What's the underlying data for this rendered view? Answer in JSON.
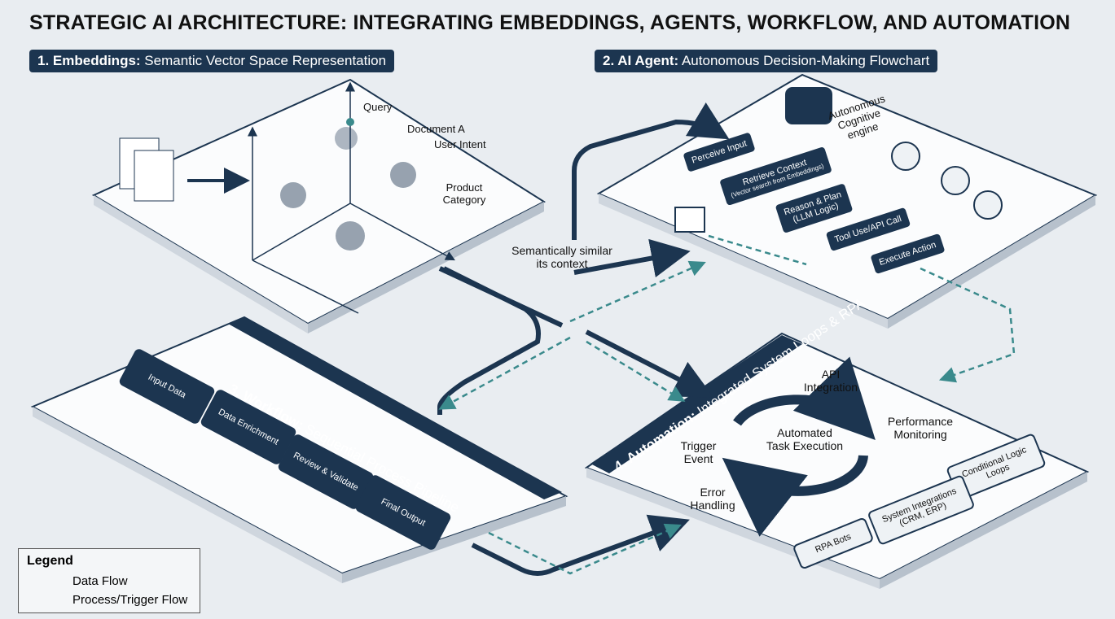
{
  "title": "STRATEGIC AI ARCHITECTURE: INTEGRATING EMBEDDINGS, AGENTS, WORKFLOW, AND AUTOMATION",
  "sections": {
    "embeddings": {
      "bold": "1. Embeddings:",
      "text": " Semantic Vector Space Representation",
      "labels": {
        "query": "Query",
        "doc_a": "Document A",
        "user_intent": "User Intent",
        "product_category": "Product Category"
      }
    },
    "agent": {
      "bold": "2. AI Agent:",
      "text": " Autonomous Decision-Making Flowchart",
      "engine": "Autonomous Cognitive engine",
      "steps": [
        "Perceive Input",
        "Retrieve Context",
        "(Vector search from Embeddings)",
        "Reason & Plan",
        "(LLM Logic)",
        "Tool Use/API Call",
        "Execute Action"
      ]
    },
    "workflow": {
      "bold": "3. Workflow:",
      "text": " Sequential Process Pipeline",
      "steps": [
        "Input Data",
        "Data Enrichment",
        "Review & Validate",
        "Final Output"
      ]
    },
    "automation": {
      "bold": "4. Automation:",
      "text": " Integrated System Loops & RPA",
      "center": "Automated Task Execution",
      "api": "API Integration",
      "perf": "Performance Monitoring",
      "trigger": "Trigger Event",
      "error": "Error Handling",
      "boxes": [
        "Conditional Logic Loops",
        "System Integrations (CRM, ERP)",
        "RPA Bots"
      ]
    }
  },
  "connector_label": "Semantically similar its context",
  "legend": {
    "title": "Legend",
    "data_flow": "Data Flow",
    "process_flow": "Process/Trigger Flow"
  },
  "colors": {
    "navy": "#1c3550",
    "teal": "#3a8a8c",
    "panel": "#fbfcfd"
  }
}
